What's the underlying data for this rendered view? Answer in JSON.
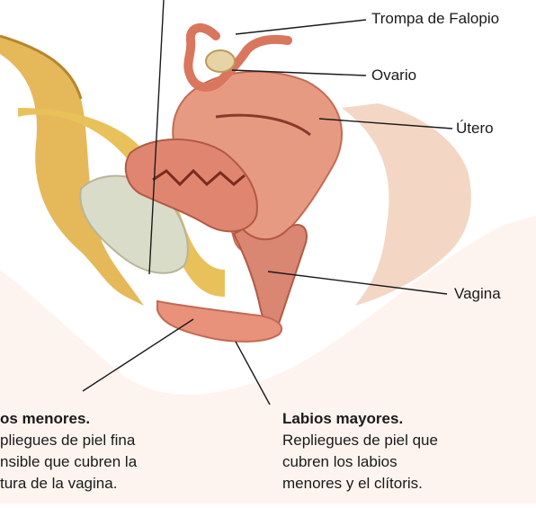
{
  "labels": {
    "fallopian_tube": "Trompa de Falopio",
    "ovary": "Ovario",
    "uterus": "Útero",
    "vagina": "Vagina"
  },
  "callouts": {
    "labia_minora": {
      "title": "os menores.",
      "lines": [
        "pliegues de piel fina",
        "nsible que cubren la",
        "tura de la vagina."
      ]
    },
    "labia_majora": {
      "title": "Labios mayores.",
      "lines": [
        "Repliegues de piel que",
        "cubren los labios",
        "menores y el clítoris."
      ]
    }
  },
  "colors": {
    "line": "#1a1a1a",
    "fat": "#e9c15a",
    "fat_dark": "#c9922c",
    "muscle": "#e79a82",
    "muscle_dark": "#c46a55",
    "skin": "#f3c6ae",
    "bladder": "#d9dcc8"
  }
}
